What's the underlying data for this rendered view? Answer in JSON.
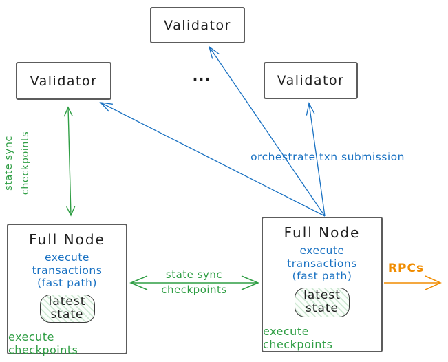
{
  "diagram": {
    "title_hint": "validator / full node state sync diagram",
    "validators": {
      "top": "Validator",
      "left": "Validator",
      "right": "Validator",
      "ellipsis": "..."
    },
    "full_node_left": {
      "title": "Full Node",
      "exec_txn_line1": "execute transactions",
      "exec_txn_line2": "(fast path)",
      "state_line1": "latest",
      "state_line2": "state",
      "exec_checkpoints": "execute checkpoints"
    },
    "full_node_right": {
      "title": "Full Node",
      "exec_txn_line1": "execute transactions",
      "exec_txn_line2": "(fast path)",
      "state_line1": "latest",
      "state_line2": "state",
      "exec_checkpoints": "execute checkpoints"
    },
    "edges": {
      "validator_sync": {
        "line1": "state sync",
        "line2": "checkpoints"
      },
      "node_sync": {
        "line1": "state sync",
        "line2": "checkpoints"
      },
      "orchestrate": {
        "label": "orchestrate txn submission"
      },
      "rpc": {
        "label": "RPCs"
      }
    },
    "colors": {
      "green": "#2f9e44",
      "blue": "#1971c2",
      "orange": "#f08c00",
      "box_border": "#5c5c5c",
      "text": "#1e1e1e"
    }
  }
}
